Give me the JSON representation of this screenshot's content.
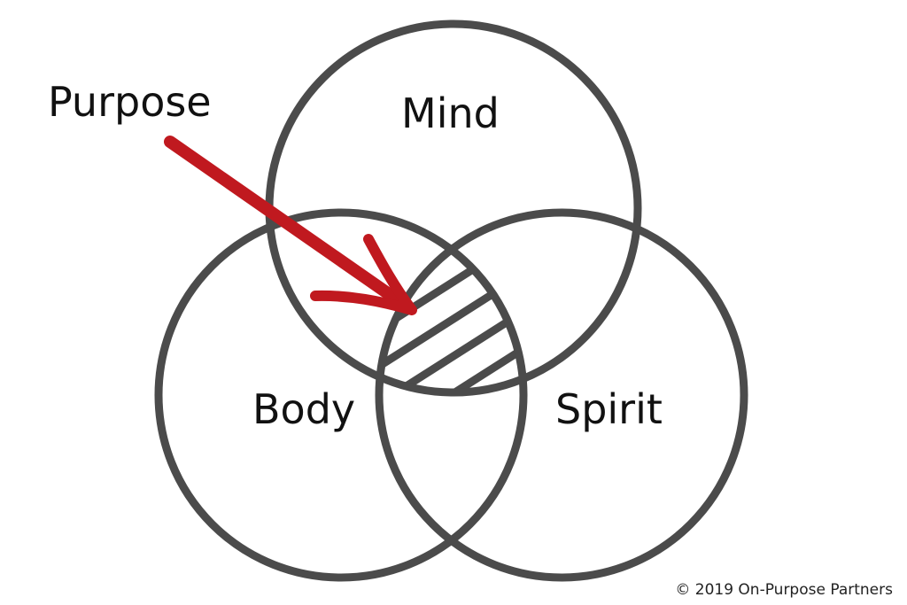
{
  "labels": {
    "purpose": "Purpose",
    "mind": "Mind",
    "body": "Body",
    "spirit": "Spirit"
  },
  "copyright": "© 2019 On-Purpose Partners",
  "colors": {
    "circle_stroke": "#4b4b4b",
    "arrow": "#c0191f",
    "text": "#111111",
    "background": "#ffffff"
  }
}
